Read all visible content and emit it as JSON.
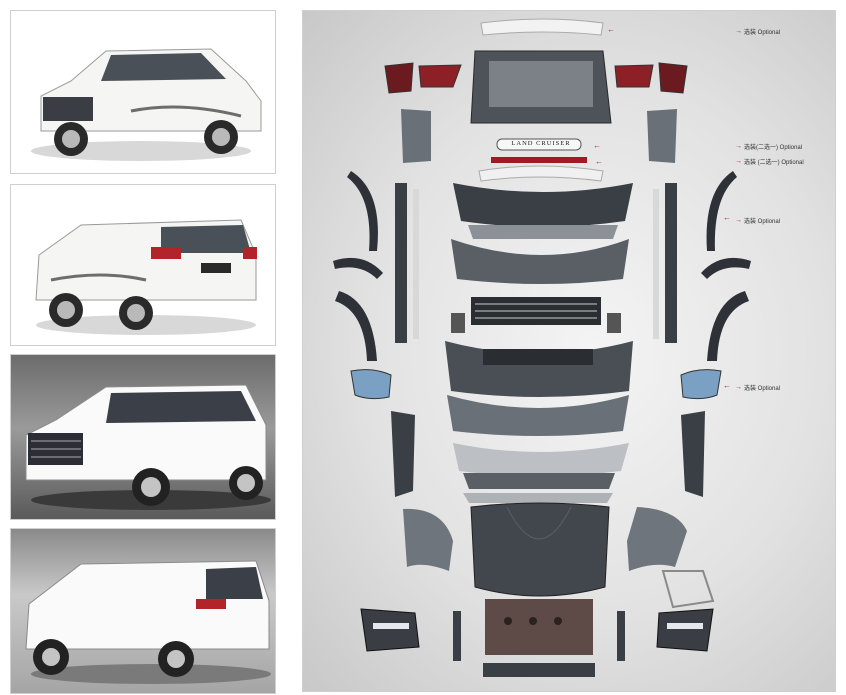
{
  "badge_text": "LAND CRUISER",
  "labels": [
    {
      "text": "选装 Optional"
    },
    {
      "text": "选装(二选一) Optional"
    },
    {
      "text": "选装 (二选一) Optional"
    },
    {
      "text": "选装 Optional"
    },
    {
      "text": "选装 Optional"
    }
  ],
  "arrow_glyph": "→",
  "pointer_glyph": "←",
  "colors": {
    "arrow": "#c0182c",
    "car_white": "#f5f5f3",
    "part_dark": "#2e3238",
    "part_grey": "#7d838a"
  }
}
